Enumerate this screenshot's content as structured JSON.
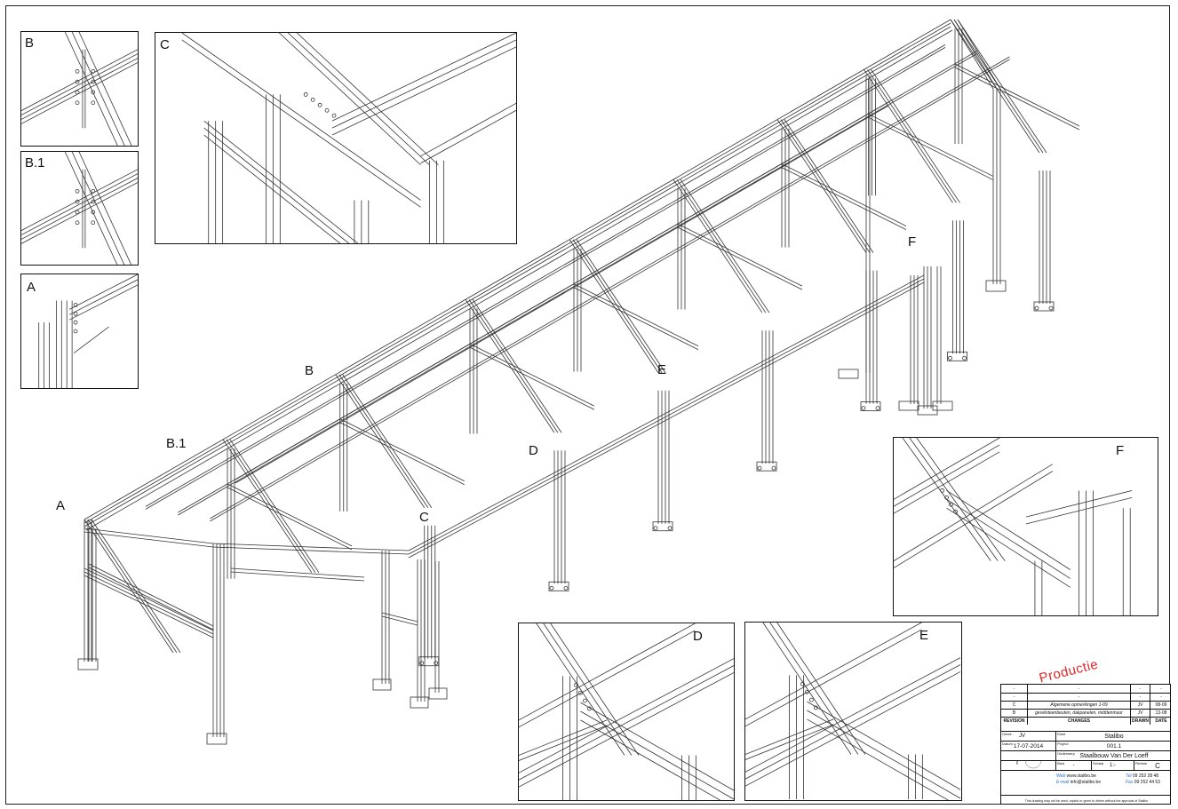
{
  "labels": {
    "main": {
      "a": "A",
      "b1": "B.1",
      "b": "B",
      "c": "C",
      "d": "D",
      "e": "E",
      "f": "F"
    },
    "details": {
      "b": "B",
      "b1": "B.1",
      "a": "A",
      "c": "C",
      "f": "F",
      "d": "D",
      "e": "E"
    }
  },
  "stamp": "Productie",
  "titleblock": {
    "revisions": [
      {
        "rev": "-",
        "change": "-",
        "drawn": "-",
        "date": "-"
      },
      {
        "rev": "-",
        "change": "-",
        "drawn": "-",
        "date": "-"
      },
      {
        "rev": "C",
        "change": "Algemene opmerkingen 1-09",
        "drawn": "JV",
        "date": "08-09"
      },
      {
        "rev": "B",
        "change": "gevelsteenbeuten, dakpanelen, middenmuur",
        "drawn": "JV",
        "date": "13-08"
      }
    ],
    "rev_header": {
      "rev": "REVISION",
      "change": "CHANGES",
      "drawn": "DRAWN",
      "date": "DATE"
    },
    "drawn_label": "Getek",
    "drawn_value": "JV",
    "date_label": "Datum",
    "date_value": "17-07-2014",
    "client_label": "Klant",
    "client_value": "Stalibo",
    "project_label": "Project",
    "project_value": "001.1",
    "subject_label": "Onderwerp",
    "subject_value": "Staalbouw Van Der Loeff",
    "blad_label": "Blad",
    "blad_value": "-",
    "schaal_label": "Schaal",
    "schaal_value": "1:-",
    "revision_label": "Revisie",
    "revision_value": "C",
    "web_label": "Web",
    "web_value": "www.stalibo.be",
    "email_label": "E-mail",
    "email_value": "info@stalibo.be",
    "tel_label": "Tel",
    "tel_value": "09 252 28 48",
    "fax_label": "Fax",
    "fax_value": "09 252 44 53",
    "disclaimer": "This drawing may not be used, copied or given to others without the approval of Stalibo"
  }
}
